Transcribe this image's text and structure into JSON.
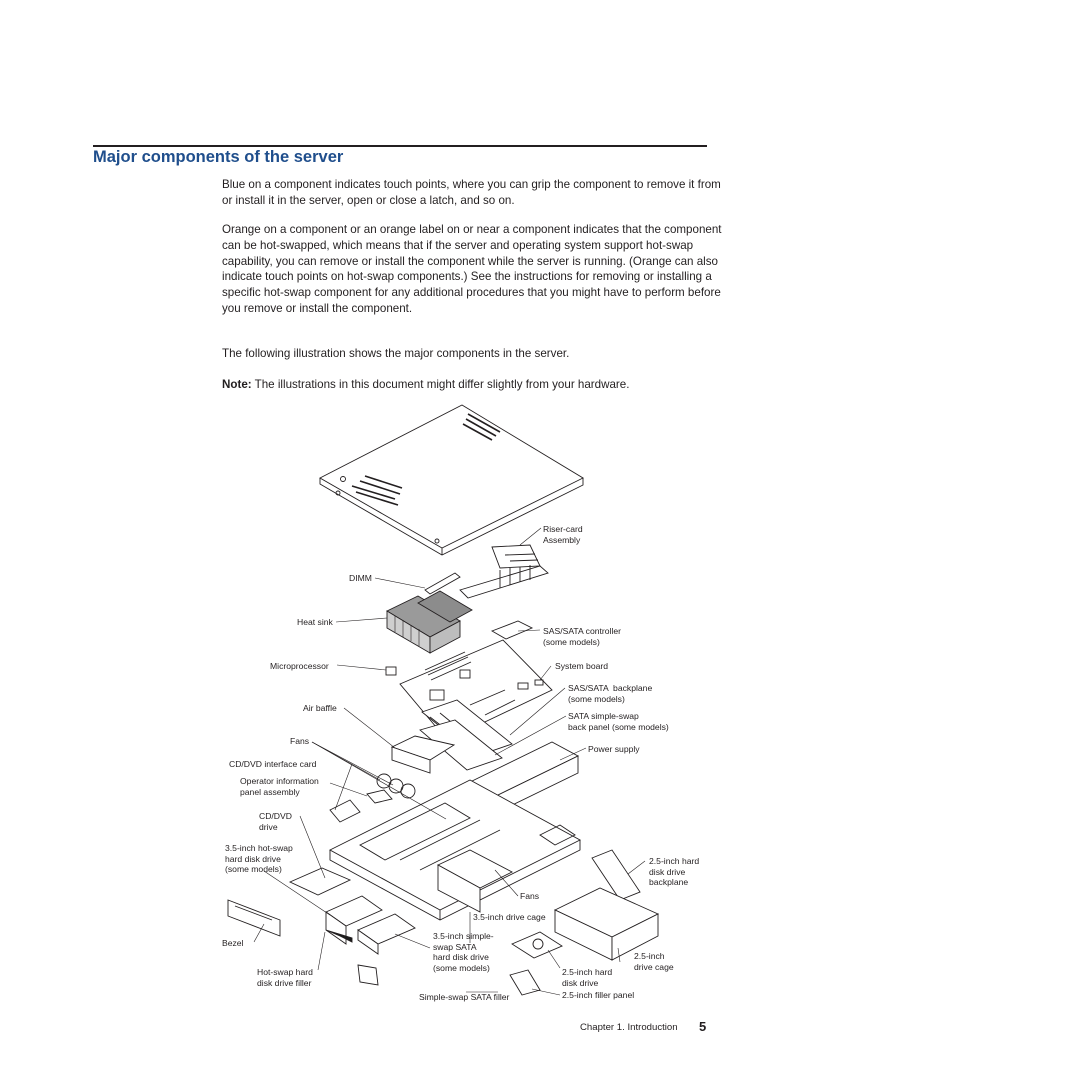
{
  "heading": "Major components of the server",
  "paragraphs": [
    "Blue on a component indicates touch points, where you can grip the component to remove it from or install it in the server, open or close a latch, and so on.",
    "Orange on a component or an orange label on or near a component indicates that the component can be hot-swapped, which means that if the server and operating system support hot-swap capability, you can remove or install the component while the server is running. (Orange can also indicate touch points on hot-swap components.) See the instructions for removing or installing a specific hot-swap component for any additional procedures that you might have to perform before you remove or install the component.",
    "The following illustration shows the major components in the server."
  ],
  "note": {
    "label": "Note:",
    "text": "The illustrations in this document might differ slightly from your hardware."
  },
  "figure_labels": {
    "riser": "Riser-card\nAssembly",
    "dimm": "DIMM",
    "heatsink": "Heat sink",
    "sas_controller": "SAS/SATA controller\n(some models)",
    "microprocessor": "Microprocessor",
    "system_board": "System board",
    "sas_backplane": "SAS/SATA  backplane\n(some models)",
    "air_baffle": "Air baffle",
    "sata_backpanel": "SATA simple-swap\nback panel (some models)",
    "fans_left": "Fans",
    "power_supply": "Power supply",
    "cd_interface": "CD/DVD interface card",
    "operator_panel": "Operator information\npanel assembly",
    "cd_drive": "CD/DVD\ndrive",
    "hotswap_35": "3.5-inch hot-swap\nhard disk drive\n(some models)",
    "backplane_25": "2.5-inch hard\ndisk drive\nbackplane",
    "fans_right": "Fans",
    "drive_cage_35": "3.5-inch drive cage",
    "bezel": "Bezel",
    "simple_swap_35": "3.5-inch simple-\nswap SATA\nhard disk drive\n(some models)",
    "drive_cage_25": "2.5-inch\ndrive cage",
    "filler_hotswap": "Hot-swap hard\ndisk drive filler",
    "hdd_25": "2.5-inch hard\ndisk drive",
    "filler_simple": "Simple-swap SATA filler",
    "filler_25": "2.5-inch filler panel"
  },
  "footer": {
    "chapter": "Chapter 1. Introduction",
    "page": "5"
  }
}
